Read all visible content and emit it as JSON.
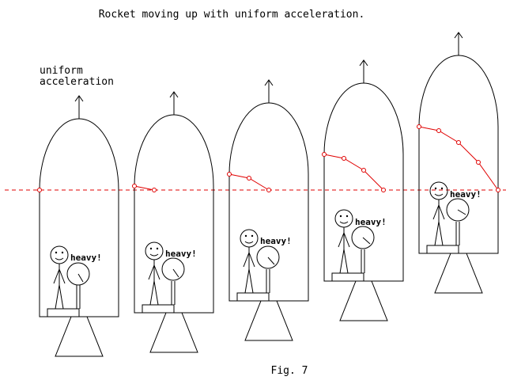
{
  "title": "Rocket moving up with uniform acceleration.",
  "label": {
    "line1": "uniform",
    "line2": "acceleration"
  },
  "speech": "heavy!",
  "figure_label": "Fig. 7",
  "colors": {
    "ink": "#000000",
    "trace": "#e00000",
    "background": "#ffffff"
  },
  "icons": [
    "up-arrow-icon",
    "stick-figure-icon",
    "scale-dial-icon",
    "rocket-nozzle-icon"
  ]
}
